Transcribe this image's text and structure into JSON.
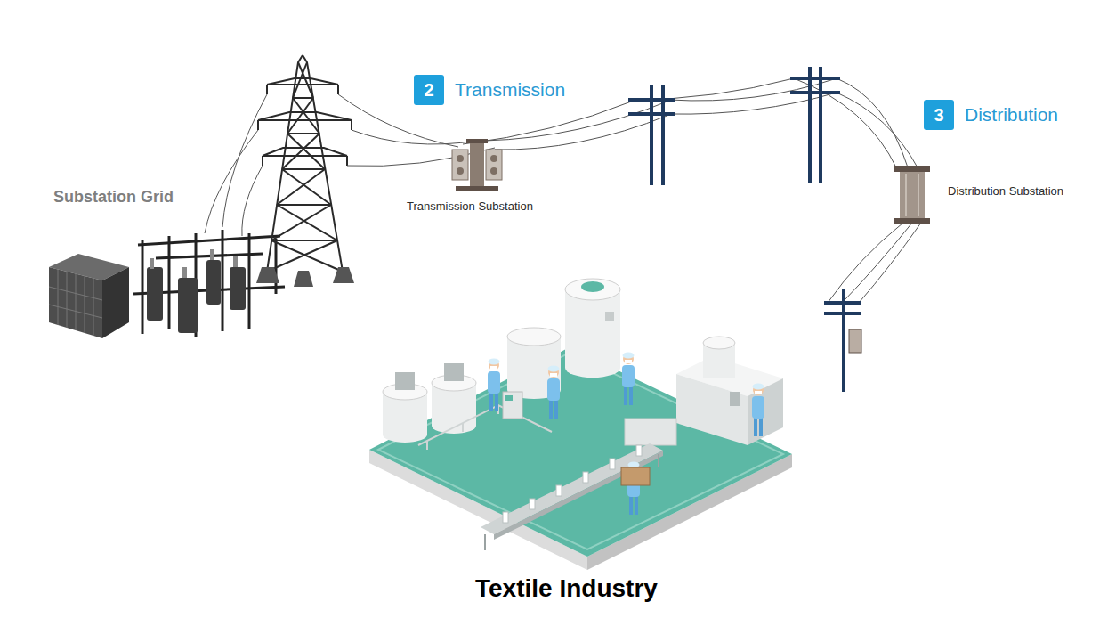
{
  "diagram": {
    "nodes": [
      {
        "text": [
          "2",
          "Transmission"
        ]
      },
      {
        "text": [
          "3",
          "Distribution"
        ]
      }
    ],
    "labels": [
      "Substation Grid",
      "Transmission Substation",
      "Distribution Substation",
      "Textile Industry"
    ]
  }
}
